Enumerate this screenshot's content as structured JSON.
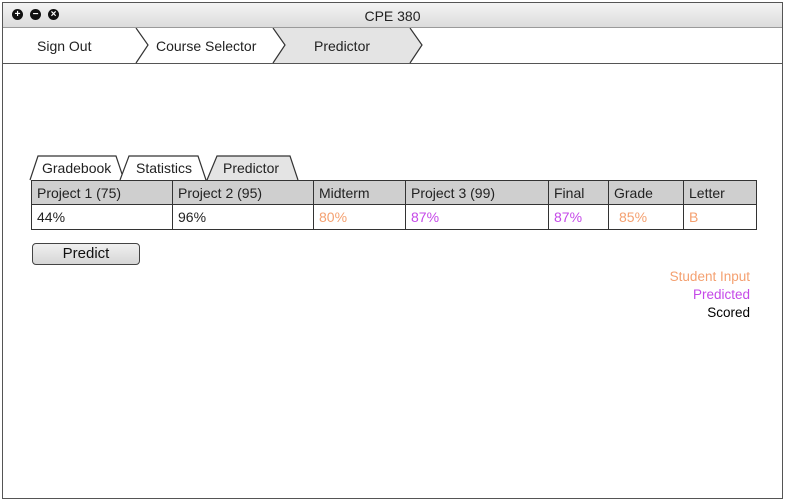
{
  "window": {
    "title": "CPE 380",
    "controls": [
      "add-icon",
      "minimize-icon",
      "close-icon"
    ]
  },
  "breadcrumb": {
    "items": [
      {
        "label": "Sign Out"
      },
      {
        "label": "Course Selector"
      },
      {
        "label": "Predictor",
        "active": true
      }
    ]
  },
  "tabs": [
    {
      "label": "Gradebook"
    },
    {
      "label": "Statistics"
    },
    {
      "label": "Predictor",
      "selected": true
    }
  ],
  "table": {
    "headers": [
      "Project 1 (75)",
      "Project 2 (95)",
      "Midterm",
      "Project 3 (99)",
      "Final",
      "Grade",
      "Letter"
    ],
    "row": [
      {
        "value": "44%",
        "kind": "scored"
      },
      {
        "value": "96%",
        "kind": "scored"
      },
      {
        "value": "80%",
        "kind": "student"
      },
      {
        "value": "87%",
        "kind": "predicted"
      },
      {
        "value": "87%",
        "kind": "predicted"
      },
      {
        "value": "85%",
        "kind": "student"
      },
      {
        "value": "B",
        "kind": "student"
      }
    ]
  },
  "predict_button": {
    "label": "Predict"
  },
  "legend": {
    "student_input": "Student Input",
    "predicted": "Predicted",
    "scored": "Scored"
  },
  "colors": {
    "student_input": "#f4a070",
    "predicted": "#c548e8",
    "scored": "#000000"
  }
}
